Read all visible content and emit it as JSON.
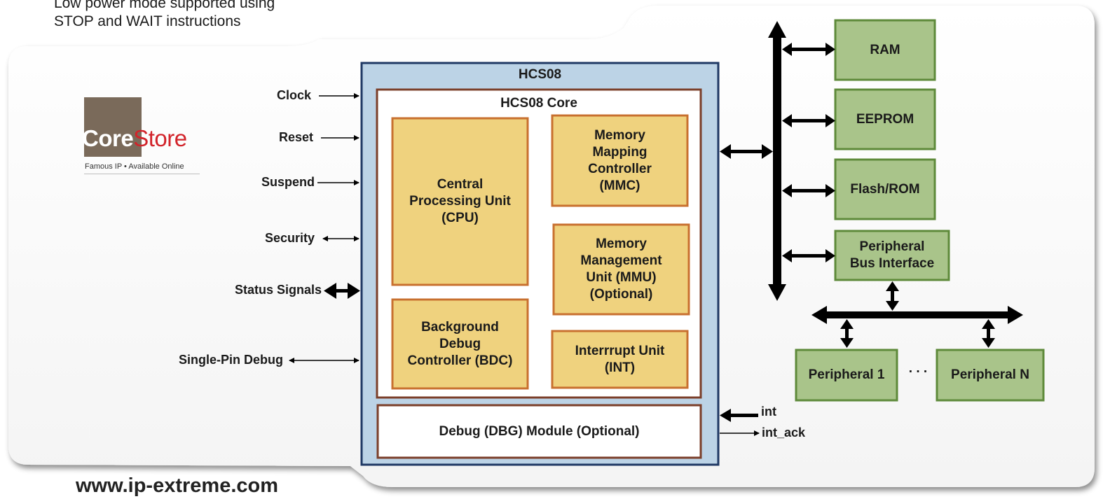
{
  "intro": {
    "line1": "Low power mode supported using",
    "line2": "STOP and WAIT instructions"
  },
  "logo": {
    "name_part1": "Core",
    "name_part2": "Store",
    "tagline": "Famous IP • Available Online"
  },
  "website": "www.ip-extreme.com",
  "hcs08": {
    "title": "HCS08",
    "core_title": "HCS08 Core",
    "cpu": "Central\nProcessing Unit\n(CPU)",
    "bdc": "Background\nDebug\nController (BDC)",
    "mmc": "Memory\nMapping\nController\n(MMC)",
    "mmu": "Memory\nManagement\nUnit (MMU)\n(Optional)",
    "int_unit": "Interrrupt Unit\n(INT)",
    "dbg": "Debug (DBG) Module (Optional)"
  },
  "inputs": [
    "Clock",
    "Reset",
    "Suspend",
    "Security",
    "Status Signals",
    "Single-Pin Debug"
  ],
  "outputs": {
    "int": "int",
    "int_ack": "int_ack"
  },
  "memories": [
    "RAM",
    "EEPROM",
    "Flash/ROM"
  ],
  "peripheral_bus": "Peripheral\nBus Interface",
  "peripherals": [
    "Peripheral 1",
    "Peripheral N"
  ],
  "ellipsis": ". . .",
  "colors": {
    "hcs08_fill": "#bcd3e6",
    "hcs08_border": "#1f3864",
    "core_border": "#7b3f2a",
    "block_fill": "#efd27e",
    "block_border": "#c8702f",
    "green_fill": "#a9c48a",
    "green_border": "#5e8a3a"
  }
}
